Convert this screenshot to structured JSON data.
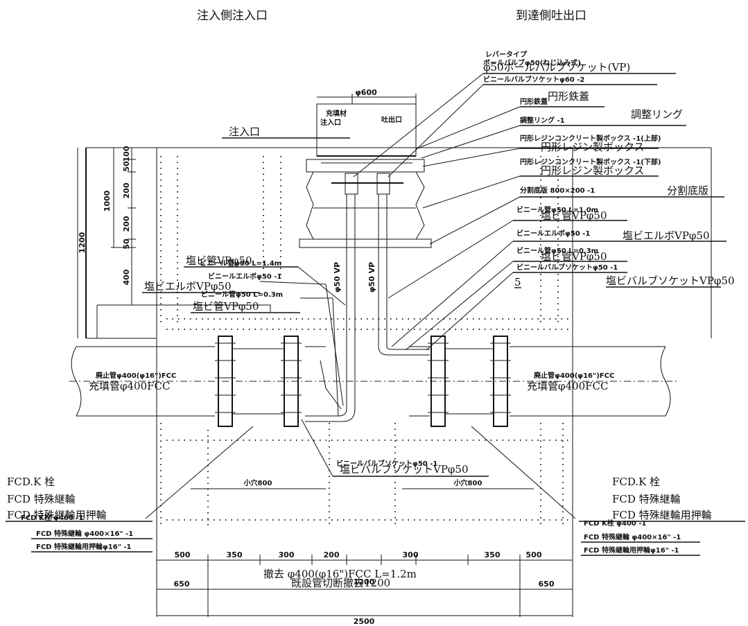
{
  "headers": {
    "inlet_side": "注入側注入口",
    "outlet_side": "到達側吐出口"
  },
  "top_labels": {
    "lever_type": "レバータイプ",
    "ball_valve_small": "ボールバルブφ50(ねじ込み式)",
    "ball_valve_socket": "φ50ボールバルブソケット(VP)",
    "vinyl_valve_socket": "ビニールバルブソケットφ60 -2",
    "dia_600": "φ600",
    "cast_iron_cover_small": "円形鉄蓋",
    "cast_iron_cover": "円形鉄蓋",
    "adjust_ring_small": "調整リング -1",
    "adjust_ring": "調整リング",
    "fill_material": "充填材",
    "injection_port_small": "注入口",
    "discharge_port_small": "吐出口",
    "injection_port": "注入口",
    "resin_box_upper_small": "円形レジンコンクリート製ボックス -1(上部)",
    "resin_box_upper": "円形レジン製ボックス",
    "resin_box_lower_small": "円形レジンコンクリート製ボックス -1(下部)",
    "resin_box_lower": "円形レジン製ボックス",
    "split_base_small": "分割底版 800×200 -1",
    "split_base": "分割底版"
  },
  "pipe_labels": {
    "pvc_right_small_1": "ビニール管φ50 L=1.0m",
    "pvc_right_1": "塩ビ管VPφ50",
    "vinyl_elbow_small": "ビニールエルボφ50 -1",
    "vinyl_elbow": "塩ビエルボVPφ50",
    "pvc_right_small_2": "ビニール管φ50 L=0.3m",
    "pvc_right_2": "塩ビ管VPφ50",
    "vinyl_socket_small": "ビニールバルブソケットφ50 -1",
    "vinyl_socket_num": "5",
    "vinyl_socket": "塩ビバルブソケットVPφ50",
    "pvc_left_small_1": "ビニール管φ50 L=1.4m",
    "pvc_left_1": "塩ビ管VPφ50",
    "vinyl_elbow_left_small": "ビニールエルボφ50 -1",
    "pvc_elbow_left": "塩ビエルボVPφ50",
    "pvc_left_small_2": "ビニール管φ50 L=0.3m",
    "pvc_left_2": "塩ビ管VPφ50",
    "vp_left": "φ50 VP",
    "vp_right": "φ50 VP",
    "socket_bottom_small": "ビニールバルブソケットφ50 -1",
    "socket_bottom": "塩ビバルブソケットVPφ50"
  },
  "main_pipe": {
    "abandoned_left": "廃止管φ400(φ16\")FCC",
    "filled_left": "充填管φ400FCC",
    "abandoned_right": "廃止管φ400(φ16\")FCC",
    "filled_right": "充填管φ400FCC"
  },
  "fittings": {
    "left": [
      "FCD.K 栓",
      "FCD 特殊継輪",
      "FCD 特殊継輪用押輪"
    ],
    "right": [
      "FCD.K 栓",
      "FCD 特殊継輪",
      "FCD 特殊継輪用押輪"
    ],
    "table_left": [
      "FCD K栓 φ400 -1",
      "FCD 特殊継輪 φ400×16\" -1",
      "FCD 特殊継輪用押輪φ16\" -1"
    ],
    "table_right": [
      "FCD K栓 φ400 -1",
      "FCD 特殊継輪 φ400×16\" -1",
      "FCD 特殊継輪用押輪φ16\" -1"
    ],
    "hole_left": "小穴800",
    "hole_right": "小穴800"
  },
  "dimensions": {
    "vertical_outer": "1200",
    "vertical_inner": "1000",
    "v_segments": [
      "100",
      "50",
      "200",
      "200",
      "50",
      "400"
    ],
    "bottom_row": [
      "500",
      "350",
      "300",
      "200",
      "300",
      "350",
      "500"
    ],
    "row_650_left": "650",
    "row_650_right": "650",
    "center_1200": "1200",
    "total": "2500",
    "removal": "撤去 φ400(φ16\")FCC L=1.2m",
    "removal_note": "既設管切断撤去1200"
  }
}
